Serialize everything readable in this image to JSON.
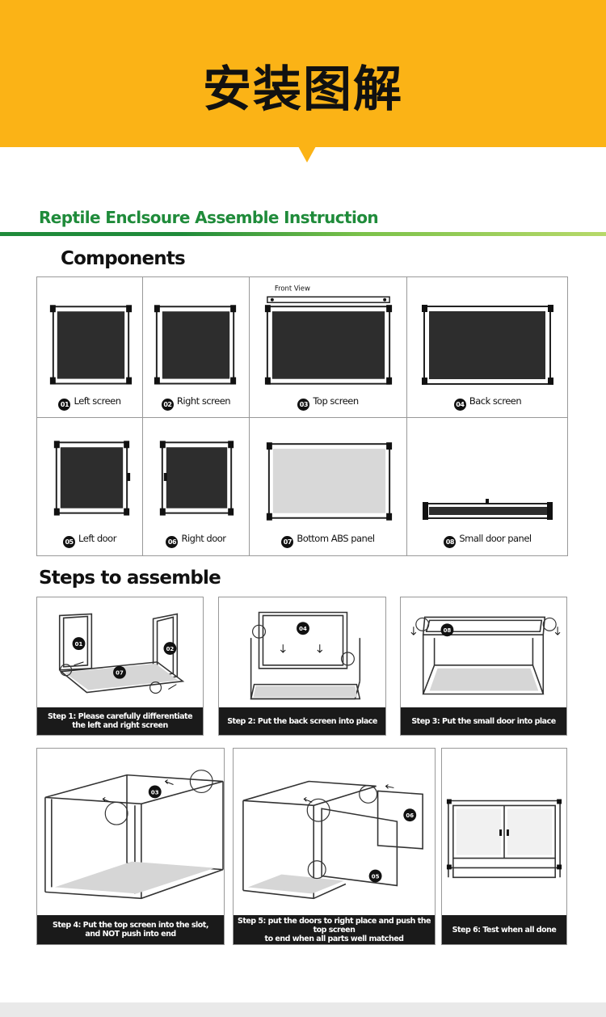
{
  "banner": {
    "title": "安装图解",
    "color": "#fbb316"
  },
  "section": {
    "title": "Reptile Enclsoure Assemble Instruction",
    "color": "#1f8b3a"
  },
  "components": {
    "heading": "Components",
    "front_view_label": "Front View",
    "items": [
      {
        "num": "01",
        "label": "Left screen"
      },
      {
        "num": "02",
        "label": "Right screen"
      },
      {
        "num": "03",
        "label": "Top screen"
      },
      {
        "num": "04",
        "label": "Back screen"
      },
      {
        "num": "05",
        "label": "Left door"
      },
      {
        "num": "06",
        "label": "Right door"
      },
      {
        "num": "07",
        "label": "Bottom ABS panel"
      },
      {
        "num": "08",
        "label": "Small door panel"
      }
    ]
  },
  "steps": {
    "heading": "Steps to assemble",
    "items": [
      {
        "line1": "Step 1: Please carefully differentiate",
        "line2": "the left and right screen"
      },
      {
        "line1": "Step 2: Put the back screen into place",
        "line2": ""
      },
      {
        "line1": "Step 3: Put the small door into place",
        "line2": ""
      },
      {
        "line1": "Step 4: Put the top screen into the slot,",
        "line2": "and NOT push into end"
      },
      {
        "line1": "Step 5: put the doors to right place and push the top screen",
        "line2": "to end when all parts well matched"
      },
      {
        "line1": "Step 6: Test when all done",
        "line2": ""
      }
    ],
    "markers": [
      "01",
      "02",
      "07",
      "04",
      "08",
      "03",
      "06",
      "05"
    ]
  }
}
